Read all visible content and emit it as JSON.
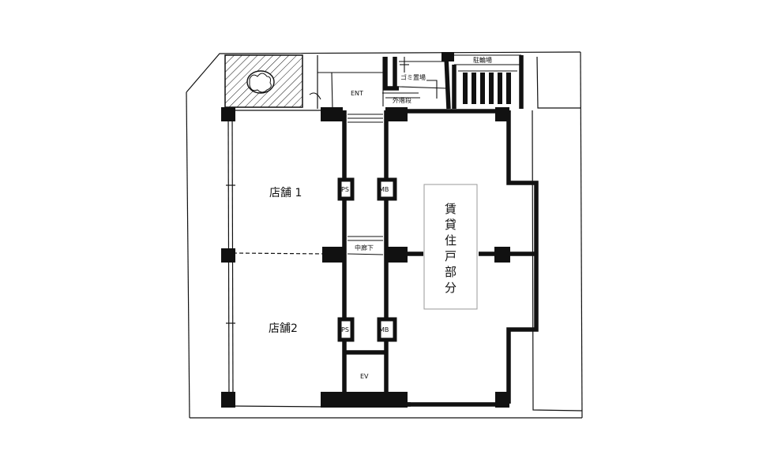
{
  "rooms": {
    "shop1": "店舗 1",
    "shop2": "店舗2",
    "rental": [
      "賃",
      "貸",
      "住",
      "戸",
      "部",
      "分"
    ],
    "corridor": "中廊下",
    "ev": "EV",
    "ent": "ENT",
    "trash": "ゴミ置場",
    "stairs": "外階段",
    "parking": "駐輪場",
    "ps_top": "PS",
    "mb_top": "MB",
    "ps_bottom": "PS",
    "mb_bottom": "MB"
  },
  "colors": {
    "ink": "#111111",
    "paper": "#ffffff",
    "box": "#9a9a9a"
  }
}
